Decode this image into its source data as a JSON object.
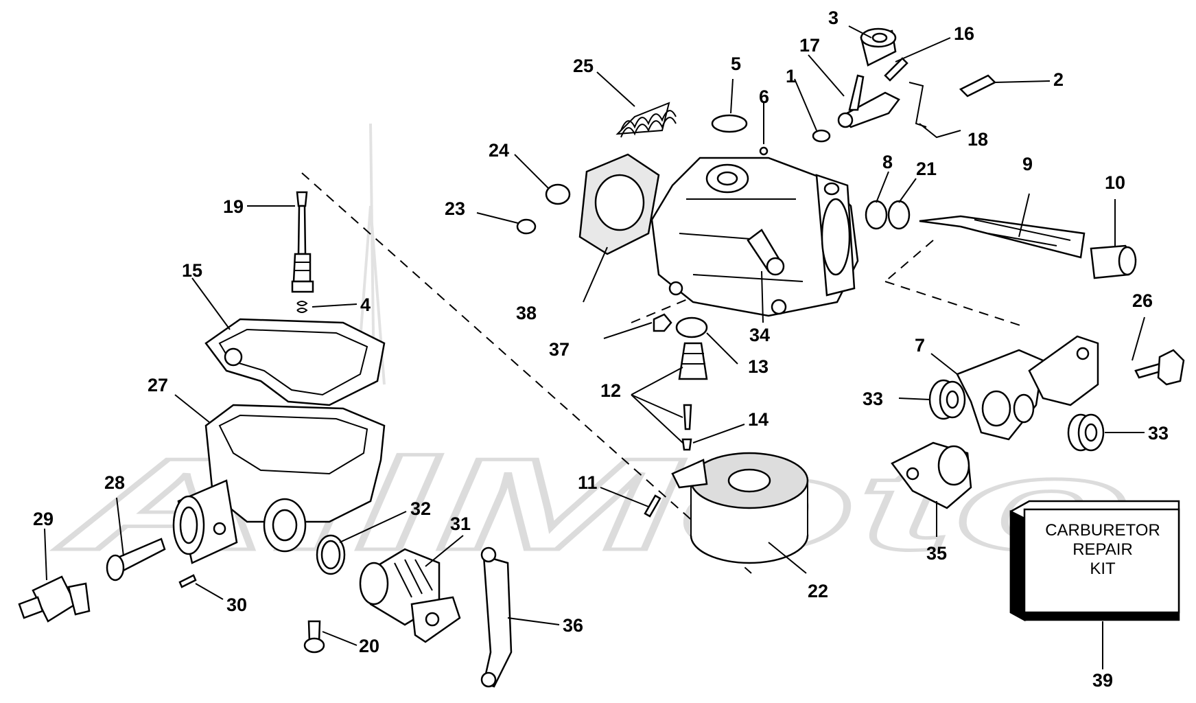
{
  "diagram": {
    "watermark": "AllMoto",
    "kit_label": [
      "CARBURETOR",
      "REPAIR",
      "KIT"
    ],
    "parts": {
      "p1": "1",
      "p2": "2",
      "p3": "3",
      "p4": "4",
      "p5": "5",
      "p6": "6",
      "p7": "7",
      "p8": "8",
      "p9": "9",
      "p10": "10",
      "p11": "11",
      "p12": "12",
      "p13": "13",
      "p14": "14",
      "p15": "15",
      "p16": "16",
      "p17": "17",
      "p18": "18",
      "p19": "19",
      "p20": "20",
      "p21": "21",
      "p22": "22",
      "p23": "23",
      "p24": "24",
      "p25": "25",
      "p26": "26",
      "p27": "27",
      "p28": "28",
      "p29": "29",
      "p30": "30",
      "p31": "31",
      "p32": "32",
      "p33a": "33",
      "p33b": "33",
      "p34": "34",
      "p35": "35",
      "p36": "36",
      "p37": "37",
      "p38": "38",
      "p39": "39"
    }
  }
}
